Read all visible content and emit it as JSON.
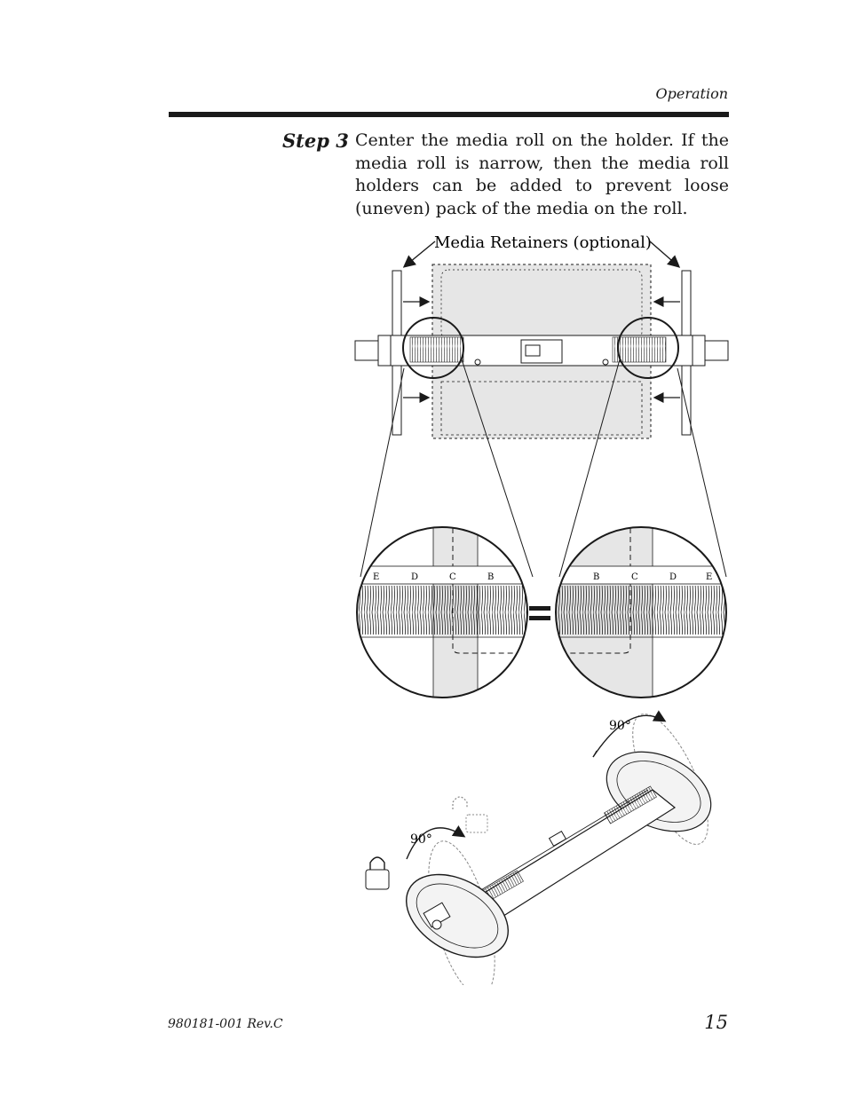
{
  "header": {
    "section": "Operation"
  },
  "step": {
    "label": "Step 3",
    "text": "Center the media roll on the holder. If the media roll is narrow, then the media roll holders can be added to prevent loose (uneven) pack of the media on the roll."
  },
  "figure": {
    "callout": "Media Retainers (optional)",
    "left_scale_labels": [
      "E",
      "D",
      "C",
      "B"
    ],
    "right_scale_labels": [
      "B",
      "C",
      "D",
      "E"
    ],
    "rotation_top": "90°",
    "rotation_bottom": "90°"
  },
  "footer": {
    "doc_number": "980181-001 Rev.C",
    "page_number": "15"
  }
}
